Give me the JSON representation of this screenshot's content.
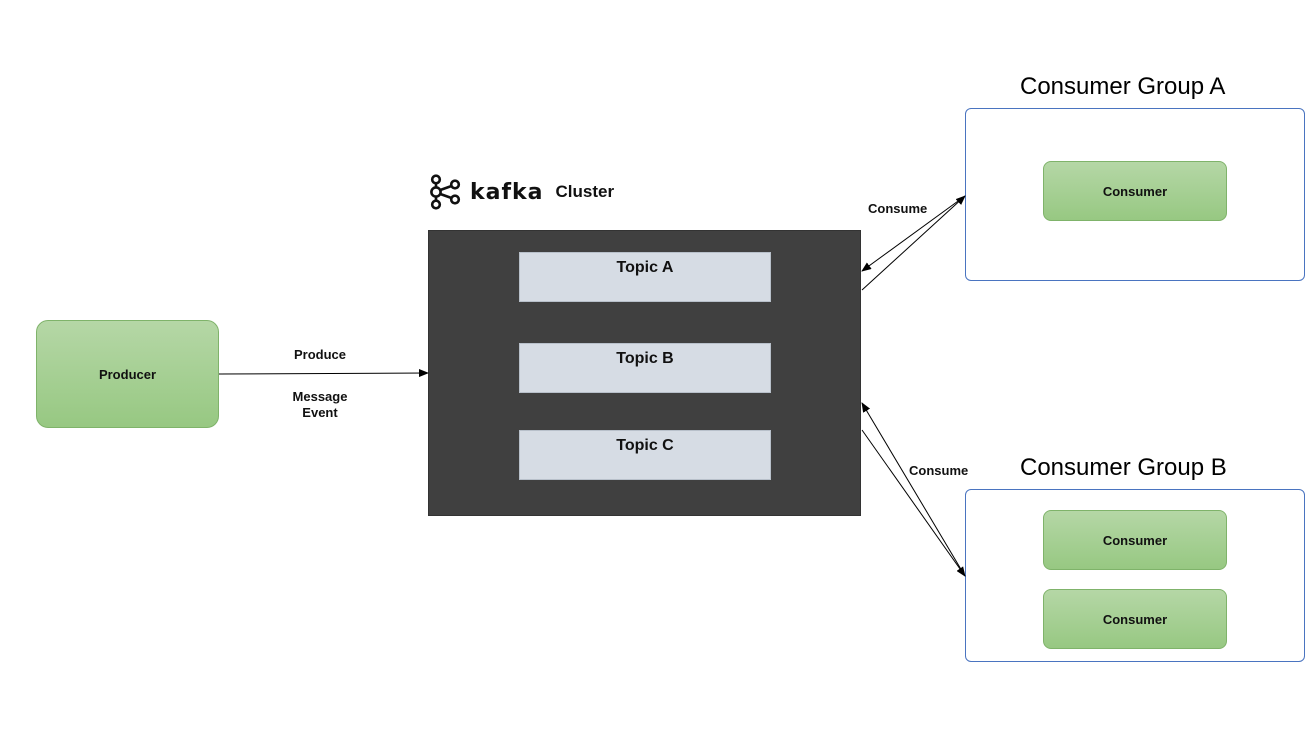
{
  "producer": {
    "label": "Producer"
  },
  "produce_link": {
    "label": "Produce",
    "sublabel_line1": "Message",
    "sublabel_line2": "Event"
  },
  "kafka": {
    "logo_text": "kafka",
    "cluster_label": "Cluster",
    "logo_icon": "kafka-logo-icon"
  },
  "topics": [
    {
      "label": "Topic A"
    },
    {
      "label": "Topic B"
    },
    {
      "label": "Topic C"
    }
  ],
  "group_a": {
    "title": "Consumer Group A",
    "consumers": [
      {
        "label": "Consumer"
      }
    ],
    "link_label": "Consume"
  },
  "group_b": {
    "title": "Consumer Group B",
    "consumers": [
      {
        "label": "Consumer"
      },
      {
        "label": "Consumer"
      }
    ],
    "link_label": "Consume"
  },
  "colors": {
    "cluster_bg": "#404040",
    "topic_bg": "#d6dce4",
    "producer_green": "#a9d18e",
    "group_border": "#4a74c0"
  }
}
